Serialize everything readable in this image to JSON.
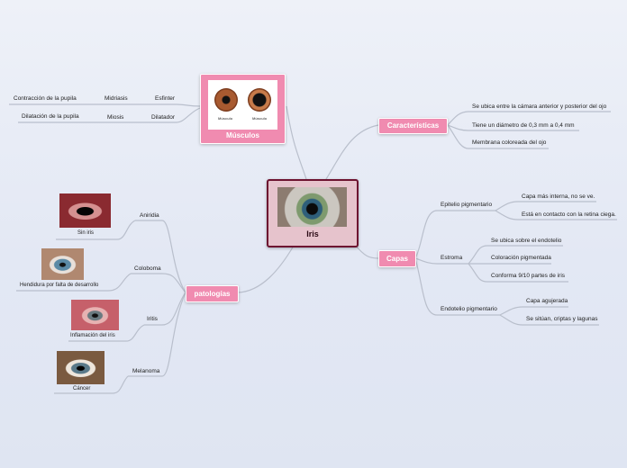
{
  "central": {
    "title": "Iris"
  },
  "musculos": {
    "title": "Músculos",
    "image_captions": [
      "Músculo",
      "Músculo"
    ],
    "items": [
      {
        "muscle": "Esfinter",
        "action": "Midriasis",
        "effect": "Contracción de la pupila"
      },
      {
        "muscle": "Dilatador",
        "action": "Miosis",
        "effect": "Dilatación de la pupila"
      }
    ]
  },
  "caracteristicas": {
    "title": "Características",
    "items": [
      "Se ubica entre la cámara anterior y posterior del ojo",
      "Tiene un diámetro de 0,3 mm a 0,4 mm",
      "Membrana coloreada del ojo"
    ]
  },
  "capas": {
    "title": "Capas",
    "layers": [
      {
        "name": "Epitelio pigmentario",
        "items": [
          "Capa más interna, no se ve.",
          "Está en contacto con la retina ciega."
        ]
      },
      {
        "name": "Estroma",
        "items": [
          "Se ubica sobre el endotelio",
          "Coloración pigmentada",
          "Conforma 9/10 partes de iris"
        ]
      },
      {
        "name": "Endotelio pigmentario",
        "items": [
          "Capa agujerada",
          "Se sitúan, criptas y lagunas"
        ]
      }
    ]
  },
  "patologias": {
    "title": "patologías",
    "items": [
      {
        "name": "Aniridia",
        "caption": "Sin iris"
      },
      {
        "name": "Coloboma",
        "caption": "Hendidura por falta de desarrollo"
      },
      {
        "name": "Iritis",
        "caption": "Inflamación del iris"
      },
      {
        "name": "Melanoma",
        "caption": "Cáncer"
      }
    ]
  },
  "colors": {
    "topic": "#f08bb0",
    "central_fill": "#e6c3cc",
    "central_border": "#6d1330",
    "link": "#b9bfcc"
  }
}
